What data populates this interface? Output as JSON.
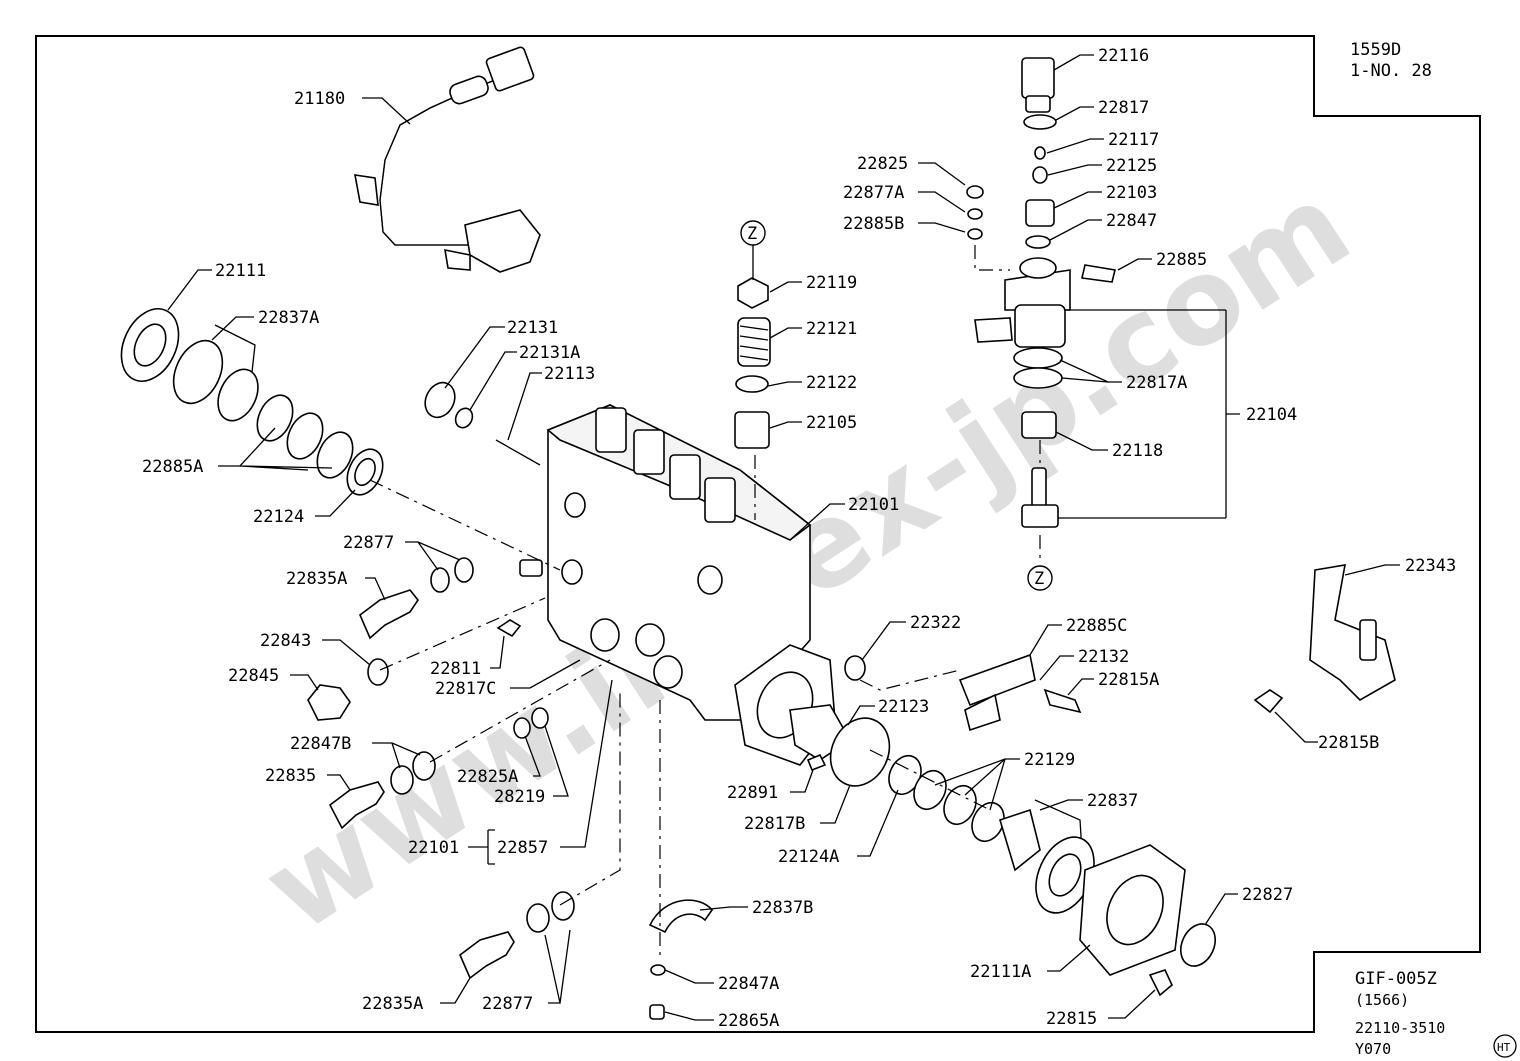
{
  "corner": {
    "top_right_line1": "1559D",
    "top_right_line2": "1-NO. 28",
    "bottom_right_line1": "GIF-005Z",
    "bottom_right_line2": "(1566)",
    "bottom_right_line3": "22110-3510",
    "bottom_right_line4": "Y070",
    "badge": "HT"
  },
  "watermark": "www.impex-jp.com",
  "ref_marker": "Z",
  "labels": {
    "l21180": "21180",
    "l22111": "22111",
    "l22837A": "22837A",
    "l22131": "22131",
    "l22131A": "22131A",
    "l22113": "22113",
    "l22885A": "22885A",
    "l22124": "22124",
    "l22877_top": "22877",
    "l22835A_top": "22835A",
    "l22843": "22843",
    "l22845": "22845",
    "l22811": "22811",
    "l22817C": "22817C",
    "l22847B": "22847B",
    "l22825A": "22825A",
    "l28219": "28219",
    "l22835": "22835",
    "l22101_left": "22101",
    "l22857": "22857",
    "l22835A_bottom": "22835A",
    "l22877_bottom": "22877",
    "l22837B": "22837B",
    "l22847A": "22847A",
    "l22865A": "22865A",
    "l22119": "22119",
    "l22121": "22121",
    "l22122": "22122",
    "l22105": "22105",
    "l22101": "22101",
    "l22322": "22322",
    "l22123": "22123",
    "l22891": "22891",
    "l22817B": "22817B",
    "l22124A": "22124A",
    "l22129": "22129",
    "l22837": "22837",
    "l22827": "22827",
    "l22111A": "22111A",
    "l22815": "22815",
    "l22885C": "22885C",
    "l22132": "22132",
    "l22815A": "22815A",
    "l22343": "22343",
    "l22815B": "22815B",
    "l22116": "22116",
    "l22817": "22817",
    "l22117": "22117",
    "l22125": "22125",
    "l22103": "22103",
    "l22847": "22847",
    "l22825": "22825",
    "l22877A": "22877A",
    "l22885B": "22885B",
    "l22885": "22885",
    "l22817A": "22817A",
    "l22104": "22104",
    "l22118": "22118"
  }
}
